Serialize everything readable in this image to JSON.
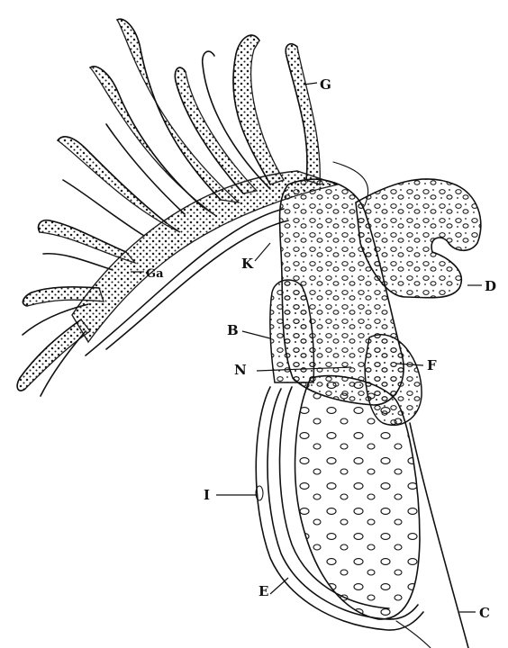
{
  "figure": {
    "labels": {
      "G": "G",
      "Ga": "Ga",
      "K": "K",
      "D": "D",
      "B": "B",
      "N": "N",
      "F": "F",
      "I": "I",
      "E": "E",
      "C": "C"
    }
  }
}
